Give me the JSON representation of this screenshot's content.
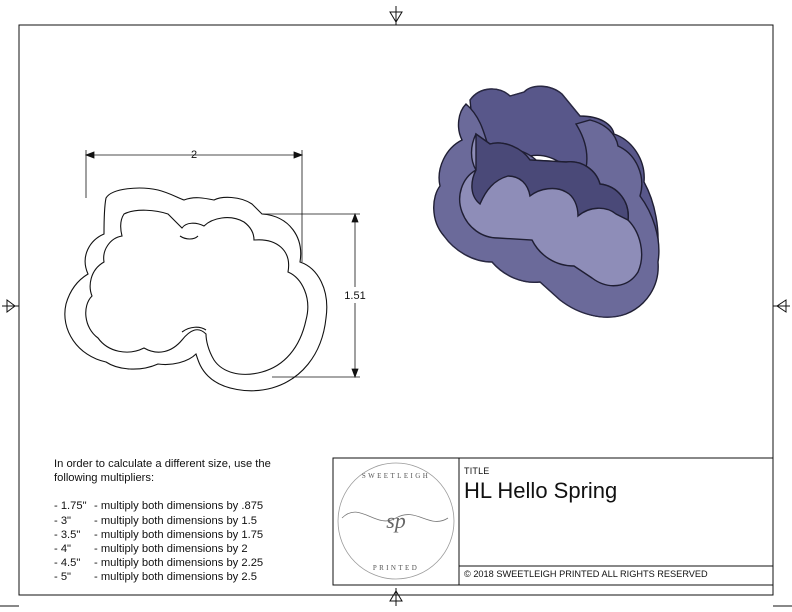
{
  "drawing": {
    "dimension_width": "2",
    "dimension_height": "1.51"
  },
  "notes": {
    "intro": "In order to calculate a different size, use the following multipliers:",
    "multipliers": [
      {
        "size": "- 1.75\"",
        "text": "- multiply both dimensions by .875"
      },
      {
        "size": "- 3\"",
        "text": "- multiply both dimensions by 1.5"
      },
      {
        "size": "- 3.5\"",
        "text": "- multiply both dimensions by 1.75"
      },
      {
        "size": "- 4\"",
        "text": "- multiply both dimensions by 2"
      },
      {
        "size": "- 4.5\"",
        "text": "- multiply both dimensions by 2.25"
      },
      {
        "size": "- 5\"",
        "text": "- multiply both dimensions by 2.5"
      }
    ]
  },
  "title_block": {
    "title_label": "TITLE",
    "title": "HL Hello Spring",
    "copyright": "© 2018  SWEETLEIGH PRINTED  ALL RIGHTS RESERVED",
    "logo_top_text": "SWEETLEIGH",
    "logo_bottom_text": "PRINTED",
    "logo_monogram": "sp"
  },
  "colors": {
    "cutter_fill": "#6b6a9a",
    "cutter_shade": "#4a4978",
    "cutter_light": "#8e8db8",
    "line": "#111111"
  }
}
